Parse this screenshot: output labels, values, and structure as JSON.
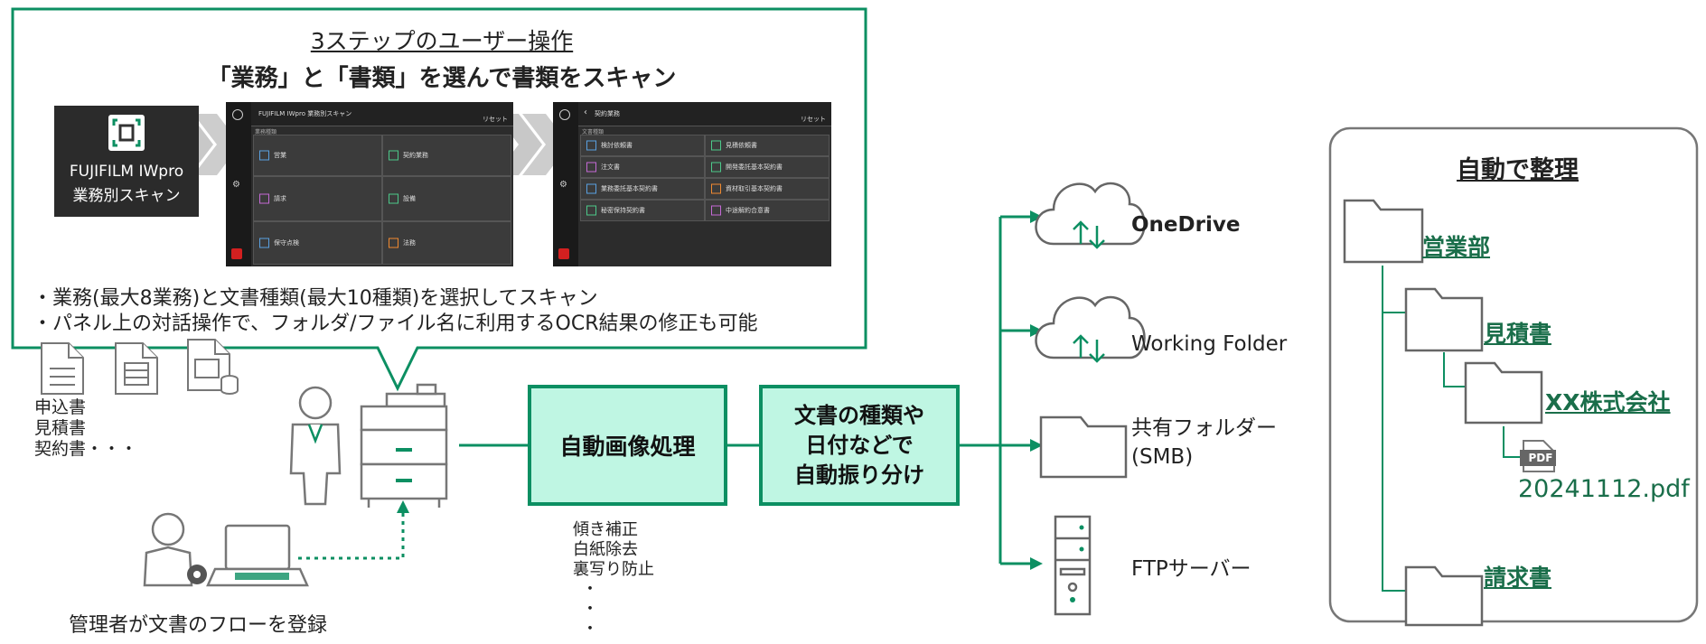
{
  "callout": {
    "title": "3ステップのユーザー操作",
    "subtitle": "「業務」と「書類」を選んで書類をスキャン",
    "bullets": [
      "・業務(最大8業務)と文書種類(最大10種類)を選択してスキャン",
      "・パネル上の対話操作で、フォルダ/ファイル名に利用するOCR結果の修正も可能"
    ]
  },
  "app_tile": {
    "name_line1": "FUJIFILM IWpro",
    "name_line2": "業務別スキャン"
  },
  "panel1": {
    "header": "FUJIFILM IWpro 業務別スキャン",
    "section": "業務種類",
    "reset": "リセット",
    "items": [
      "営業",
      "契約業務",
      "請求",
      "設備",
      "保守点検",
      "法務"
    ]
  },
  "panel2": {
    "header": "契約業務",
    "section": "文書種類",
    "reset": "リセット",
    "items": [
      "検討依頼書",
      "見積依頼書",
      "注文書",
      "開発委託基本契約書",
      "業務委託基本契約書",
      "資材取引基本契約書",
      "秘密保持契約書",
      "中途解約合意書"
    ]
  },
  "documents": {
    "labels": [
      "申込書",
      "見積書",
      "契約書・・・"
    ]
  },
  "admin_caption": "管理者が文書のフローを登録",
  "process_box": "自動画像処理",
  "process_steps": [
    "傾き補正",
    "白紙除去",
    "裏写り防止",
    "・",
    "・",
    "・"
  ],
  "sort_box": [
    "文書の種類や",
    "日付などで",
    "自動振り分け"
  ],
  "destinations": {
    "onedrive": "OneDrive",
    "working_folder": "Working Folder",
    "smb_line1": "共有フォルダー",
    "smb_line2": "(SMB)",
    "ftp": "FTPサーバー"
  },
  "tree": {
    "title": "自動で整理",
    "folder1": "営業部",
    "folder2": "見積書",
    "folder3": "XX株式会社",
    "file_badge": "PDF",
    "file_name": "20241112.pdf",
    "folder4": "請求書"
  },
  "colors": {
    "accent_green": "#0c8f62",
    "box_fill": "#bff6e3",
    "chevron": "#c8c8c8",
    "panel_bg": "#2c2c2c"
  }
}
